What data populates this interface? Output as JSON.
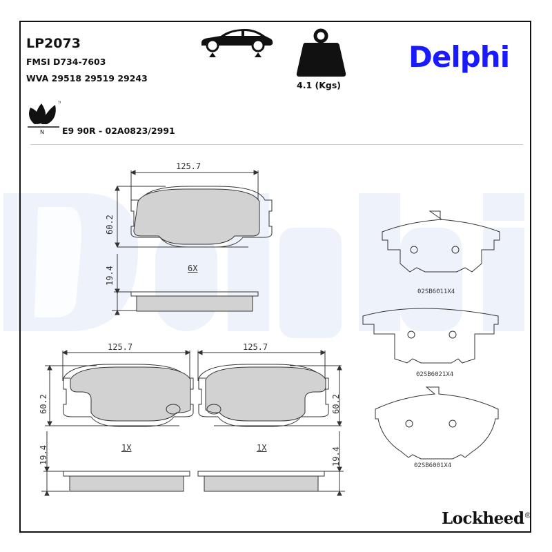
{
  "header": {
    "part_number": "LP2073",
    "fmsi": "FMSI D734-7603",
    "wva": "WVA 29518 29519 29243",
    "weight": "4.1 (Kgs)",
    "ece_approval": "E9 90R - 02A0823/2991",
    "axle_icon": "car-front-axle-icon",
    "weight_icon": "weight-icon",
    "eco_icon": "eco-leaf-icon",
    "eco_tm": "TM",
    "eco_label": "N"
  },
  "brands": {
    "main": "Delphi",
    "sub": "Lockheed",
    "sub_mark": "®",
    "main_color": "#1a1aff",
    "watermark_text": "Delphi",
    "watermark_color": "#eef2fa"
  },
  "drawings": {
    "top_pad": {
      "width": "125.7",
      "height": "60.2",
      "thickness": "19.4",
      "qty": "6X"
    },
    "left_pad": {
      "width": "125.7",
      "height": "60.2",
      "thickness": "19.4",
      "qty": "1X"
    },
    "right_pad": {
      "width": "125.7",
      "height": "60.2",
      "thickness": "19.4",
      "qty": "1X"
    },
    "shims": [
      {
        "code": "02SB6011X4"
      },
      {
        "code": "02SB6021X4"
      },
      {
        "code": "02SB6001X4"
      }
    ]
  }
}
